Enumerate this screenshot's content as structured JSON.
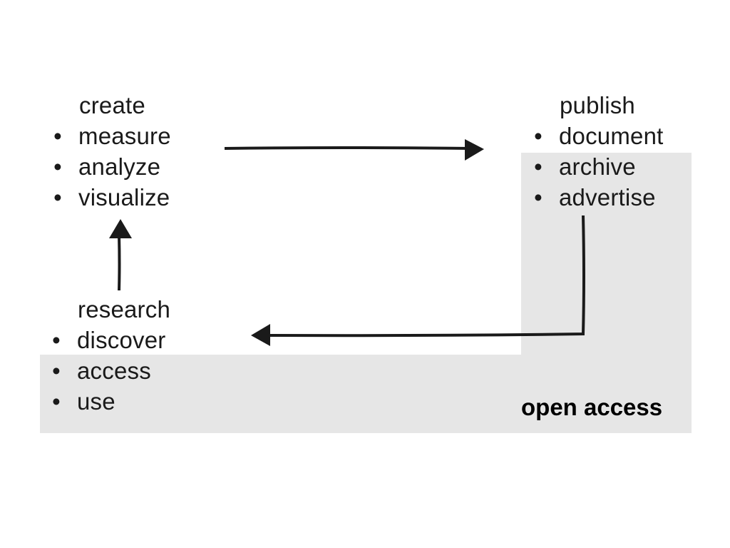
{
  "diagram": {
    "region_color": "#e6e6e6",
    "arrow_color": "#1a1a1a",
    "groups": {
      "create": {
        "heading": "create",
        "items": [
          "measure",
          "analyze",
          "visualize"
        ]
      },
      "publish": {
        "heading": "publish",
        "items": [
          "document",
          "archive",
          "advertise"
        ]
      },
      "research": {
        "heading": "research",
        "items": [
          "discover",
          "access",
          "use"
        ]
      }
    },
    "region_label": "open access",
    "bullet": "•"
  }
}
